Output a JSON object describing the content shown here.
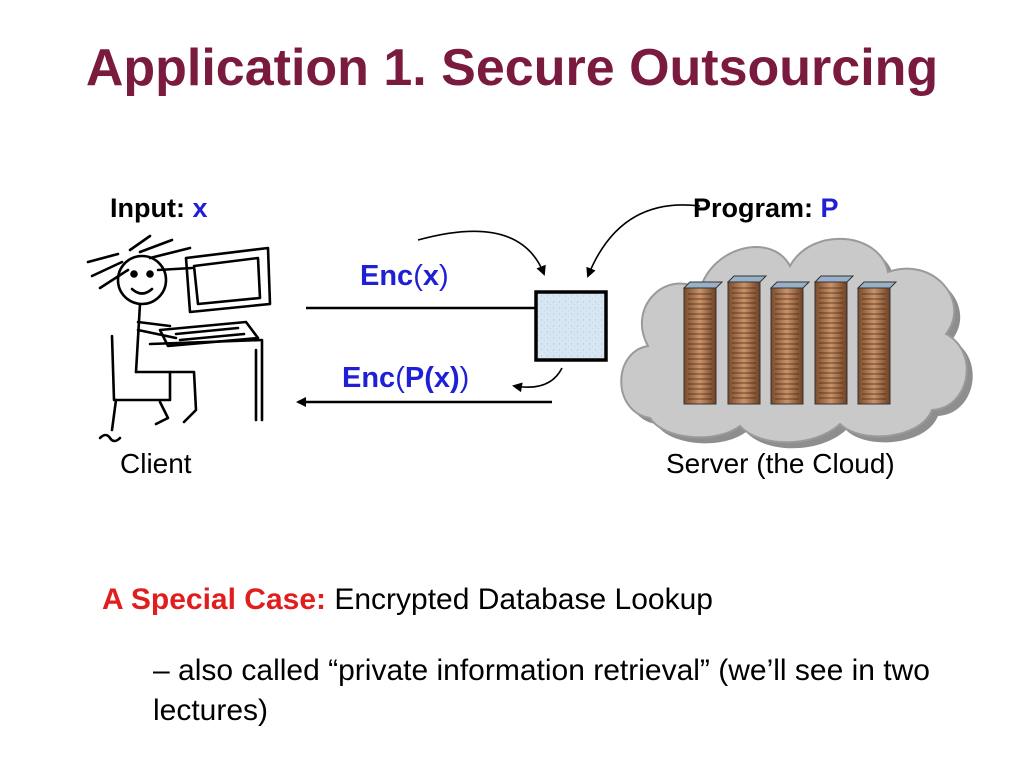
{
  "slide": {
    "title": "Application 1. Secure Outsourcing",
    "colors": {
      "title": "#7a1a3e",
      "blue": "#1f1fd6",
      "red": "#e01e1e"
    }
  },
  "client": {
    "input_label": "Input:",
    "input_var": "x",
    "name": "Client",
    "icon": "stick-figure-at-computer-icon"
  },
  "server": {
    "program_label": "Program:",
    "program_var": "P",
    "name": "Server (the Cloud)",
    "icon": "cloud-servers-icon"
  },
  "messages": {
    "to_server": {
      "enc": "Enc",
      "open": "(",
      "var": "x",
      "close": ")"
    },
    "to_client": {
      "enc": "Enc",
      "open": "(",
      "var": "P(x)",
      "close": ")"
    }
  },
  "special_case": {
    "label": "A Special Case:",
    "text": "Encrypted Database Lookup"
  },
  "note": "– also called “private information retrieval” (we’ll see in two lectures)"
}
